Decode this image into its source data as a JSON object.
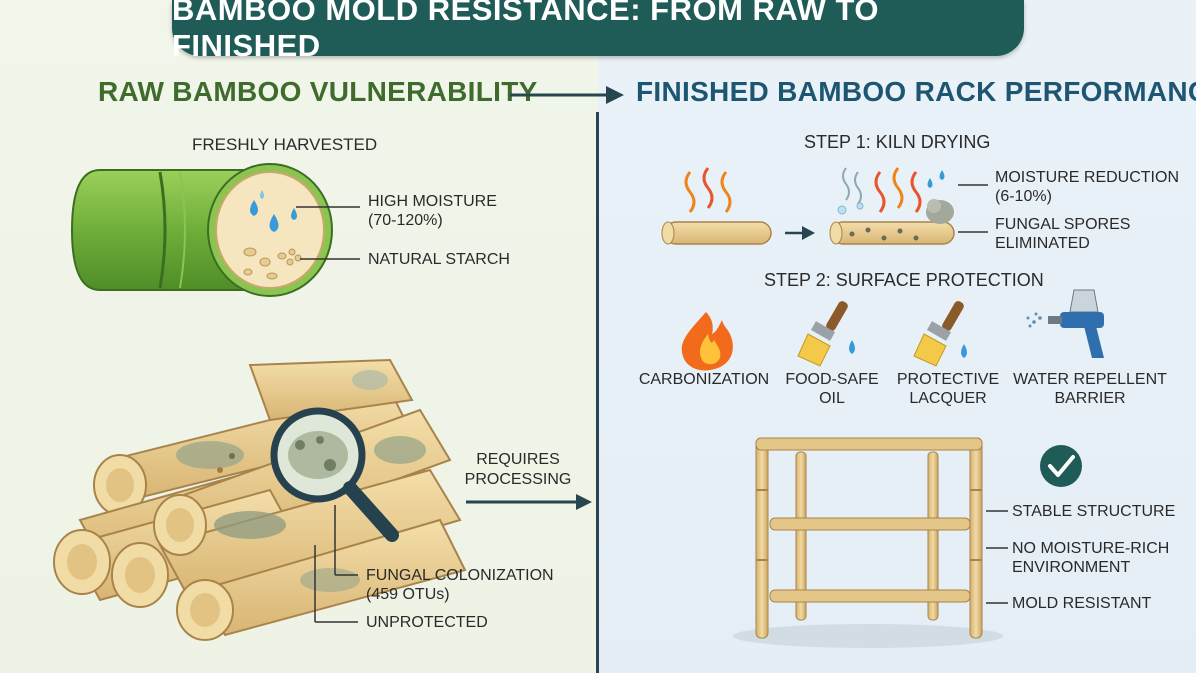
{
  "title": "BAMBOO MOLD RESISTANCE: FROM RAW TO FINISHED",
  "left": {
    "heading": "RAW BAMBOO VULNERABILITY",
    "fresh_label": "FRESHLY HARVESTED",
    "callouts": {
      "moisture_line1": "HIGH MOISTURE",
      "moisture_line2": "(70-120%)",
      "starch": "NATURAL STARCH",
      "fungal_line1": "FUNGAL COLONIZATION",
      "fungal_line2": "(459 OTUs)",
      "unprotected": "UNPROTECTED"
    },
    "transition_line1": "REQUIRES",
    "transition_line2": "PROCESSING"
  },
  "right": {
    "heading": "FINISHED BAMBOO RACK PERFORMANCE",
    "step1": {
      "title": "STEP 1: KILN DRYING",
      "moisture_line1": "MOISTURE REDUCTION",
      "moisture_line2": "(6-10%)",
      "spores_line1": "FUNGAL SPORES",
      "spores_line2": "ELIMINATED"
    },
    "step2": {
      "title": "STEP 2: SURFACE PROTECTION",
      "items": [
        {
          "line1": "CARBONIZATION",
          "line2": "",
          "icon": "flame-icon"
        },
        {
          "line1": "FOOD-SAFE",
          "line2": "OIL",
          "icon": "brush-oil-icon"
        },
        {
          "line1": "PROTECTIVE",
          "line2": "LACQUER",
          "icon": "brush-lacquer-icon"
        },
        {
          "line1": "WATER REPELLENT",
          "line2": "BARRIER",
          "icon": "spray-gun-icon"
        }
      ]
    },
    "rack_callouts": {
      "stable": "STABLE STRUCTURE",
      "no_moisture_line1": "NO MOISTURE-RICH",
      "no_moisture_line2": "ENVIRONMENT",
      "mold": "MOLD RESISTANT"
    }
  },
  "colors": {
    "banner": "#1f5b57",
    "left_heading": "#3f6b2d",
    "right_heading": "#1e5672",
    "bamboo_green": "#6fae3a",
    "bamboo_tan": "#e9cf97",
    "check": "#1f5b57"
  }
}
